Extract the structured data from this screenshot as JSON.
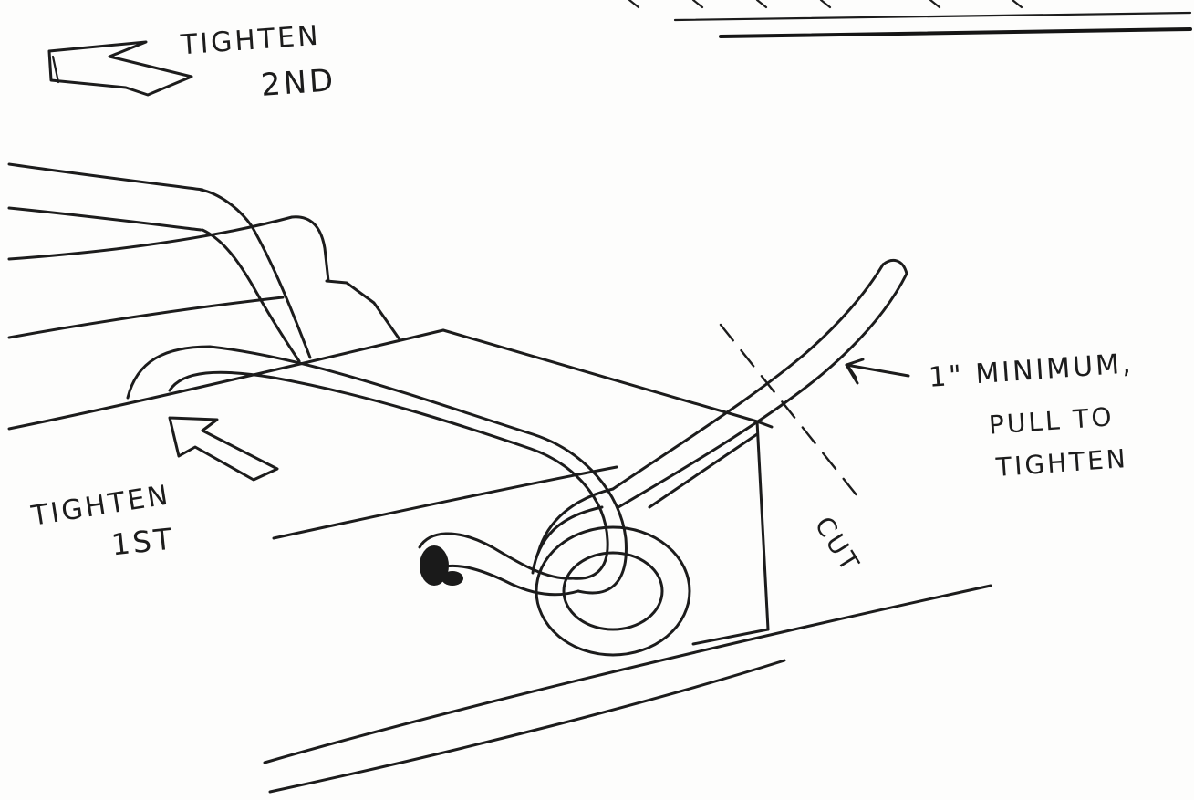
{
  "annotations": {
    "tighten_second_line1": "TIGHTEN",
    "tighten_second_line2": "2ND",
    "tighten_first_line1": "TIGHTEN",
    "tighten_first_line2": "1ST",
    "minimum_line1": "1\" MINIMUM,",
    "minimum_line2": "PULL TO",
    "minimum_line3": "TIGHTEN",
    "cut": "CUT"
  }
}
